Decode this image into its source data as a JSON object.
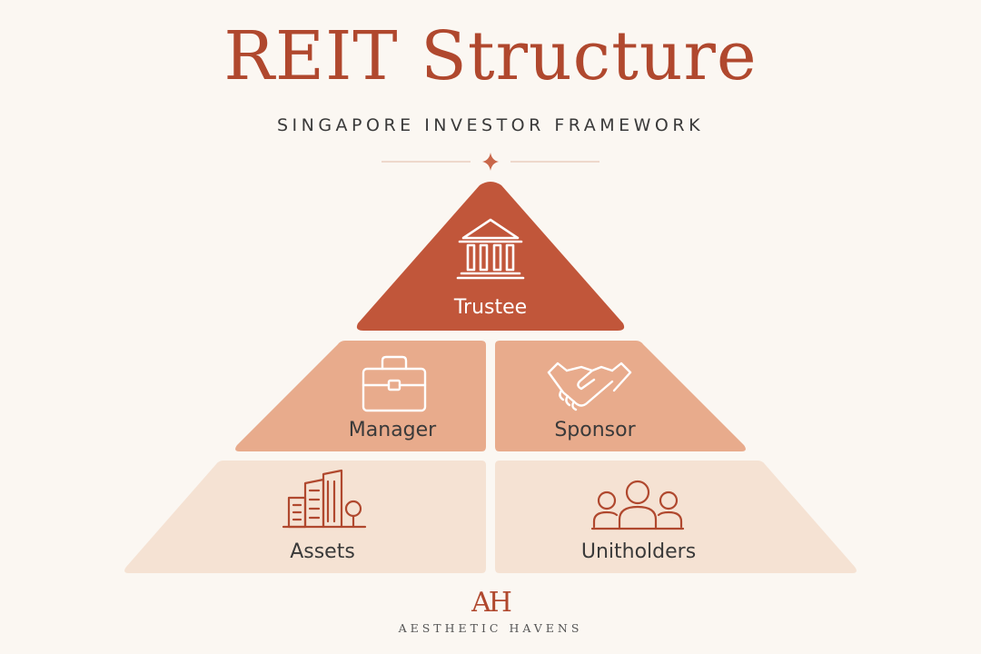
{
  "header": {
    "title": "REIT Structure",
    "subtitle": "SINGAPORE INVESTOR FRAMEWORK"
  },
  "pyramid": {
    "top": {
      "label": "Trustee",
      "icon": "bank-building-icon",
      "color": "#c1563a"
    },
    "middle": [
      {
        "label": "Manager",
        "icon": "briefcase-icon",
        "color": "#e8ab8c"
      },
      {
        "label": "Sponsor",
        "icon": "handshake-icon",
        "color": "#e8ab8c"
      }
    ],
    "bottom": [
      {
        "label": "Assets",
        "icon": "buildings-tree-icon",
        "color": "#f5e2d3"
      },
      {
        "label": "Unitholders",
        "icon": "people-group-icon",
        "color": "#f5e2d3"
      }
    ]
  },
  "brand": {
    "monogram": "AH",
    "name": "AESTHETIC HAVENS"
  },
  "colors": {
    "accent": "#b0482e",
    "text_dark": "#3a3a3a",
    "background": "#fbf7f2"
  }
}
